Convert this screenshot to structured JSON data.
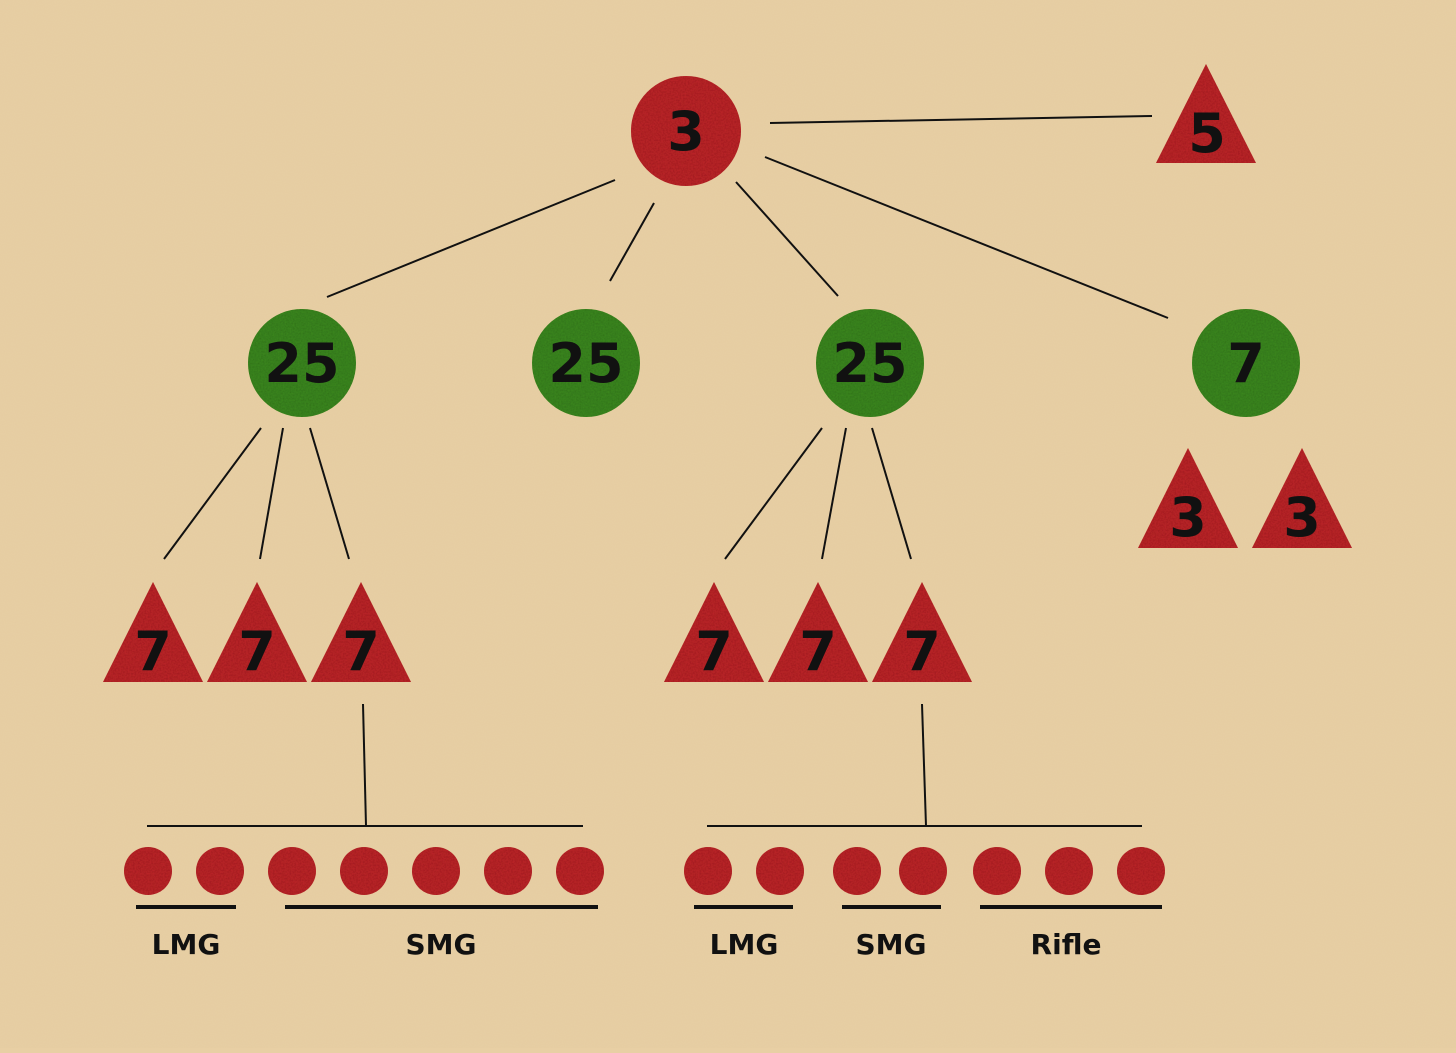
{
  "colors": {
    "background": "#e8cfa4",
    "red": "#c0262a",
    "green": "#3e8a20",
    "line": "#111111"
  },
  "top": {
    "circle_value": "3",
    "side_triangle_value": "5"
  },
  "level2": {
    "circles": [
      "25",
      "25",
      "25",
      "7"
    ]
  },
  "level3": {
    "left_triangles": [
      "7",
      "7",
      "7"
    ],
    "middle_triangles": [
      "7",
      "7",
      "7"
    ],
    "right_triangles": [
      "3",
      "3"
    ]
  },
  "groups": {
    "left": {
      "dot_count": 7,
      "labels": [
        "LMG",
        "SMG"
      ]
    },
    "right": {
      "dot_count": 7,
      "labels": [
        "LMG",
        "SMG",
        "Rifle"
      ]
    }
  }
}
